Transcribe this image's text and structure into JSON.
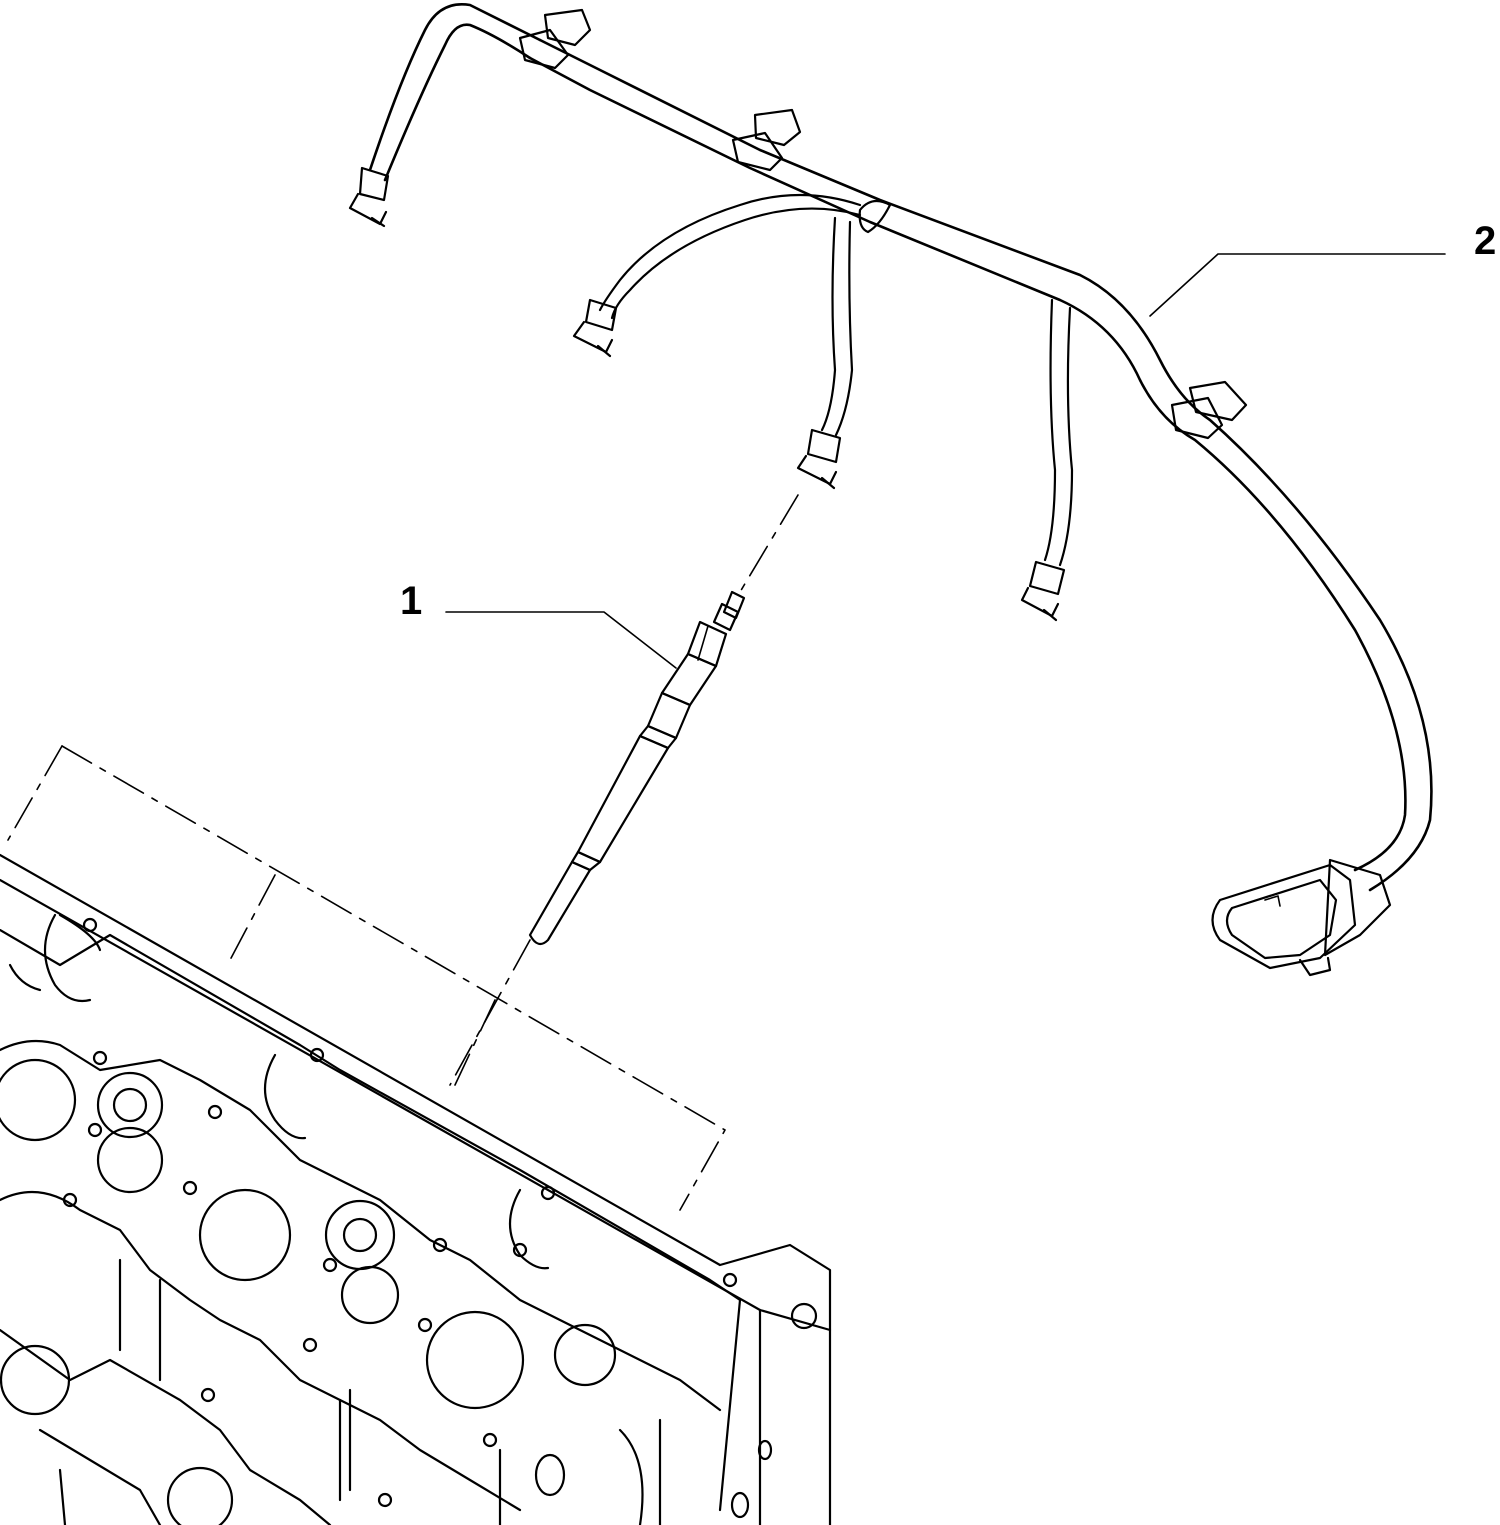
{
  "callouts": [
    {
      "number": "1",
      "part": "glow-plug"
    },
    {
      "number": "2",
      "part": "glow-plug-wiring-harness"
    }
  ],
  "colors": {
    "line": "#000000",
    "background": "#ffffff"
  }
}
